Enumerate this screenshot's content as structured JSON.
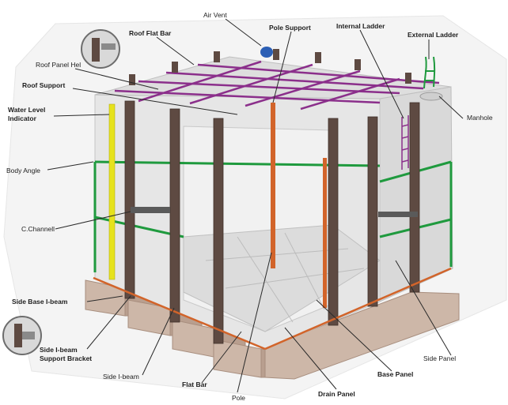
{
  "diagram": {
    "labels": {
      "air_vent": "Air Vent",
      "roof_flat_bar": "Roof Flat Bar",
      "pole_support": "Pole Support",
      "internal_ladder": "Internal Ladder",
      "external_ladder": "External Ladder",
      "roof_panel": "Roof Panel Hel",
      "roof_support": "Roof Support",
      "manhole": "Manhole",
      "water_level_indicator_1": "Water Level",
      "water_level_indicator_2": "Indicator",
      "body_angle": "Body Angle",
      "c_channel": "C.Channell",
      "side_base_ibeam": "Side Base I-beam",
      "side_ibeam_support_bracket_1": "Side I-beam",
      "side_ibeam_support_bracket_2": "Support Bracket",
      "side_ibeam": "Side I-beam",
      "flat_bar": "Flat Bar",
      "pole": "Pole",
      "drain_panel": "Drain Panel",
      "base_panel": "Base Panel",
      "side_panel": "Side Panel"
    },
    "colors": {
      "panel": "#e4e4e4",
      "panel_dark": "#cfcfcf",
      "steel_frame": "#5e4a42",
      "concrete_base": "#cdb7a8",
      "roof_flat_bar": "#8b2f8b",
      "body_angle": "#1f9a3e",
      "pole": "#d2642a",
      "water_level_indicator": "#e6e21c",
      "air_vent": "#2c5fb5"
    },
    "icons": [
      "air-vent-icon",
      "manhole-icon",
      "external-ladder-icon",
      "detail-zoom-icon"
    ]
  }
}
